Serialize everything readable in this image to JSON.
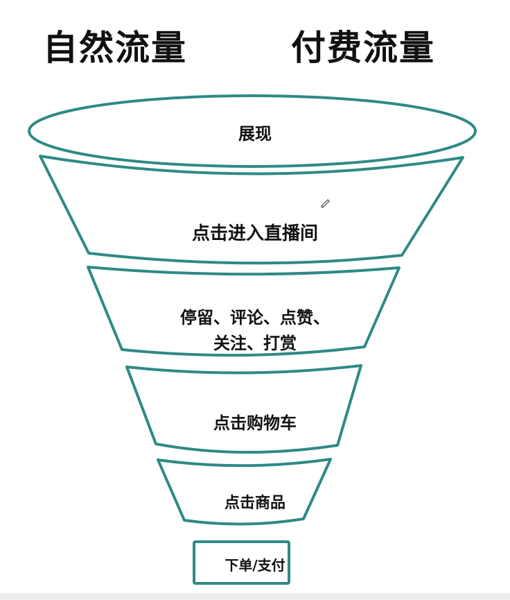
{
  "header": {
    "left_title": "自然流量",
    "right_title": "付费流量"
  },
  "funnel": {
    "stroke_color": "#2e8a85",
    "stages": [
      {
        "label": "展现"
      },
      {
        "label": "点击进入直播间"
      },
      {
        "label_line1": "停留、评论、点赞、",
        "label_line2": "关注、打赏"
      },
      {
        "label": "点击购物车"
      },
      {
        "label": "点击商品"
      },
      {
        "label": "下单/支付"
      }
    ]
  },
  "icons": {
    "cursor": "pen-cursor-icon"
  }
}
